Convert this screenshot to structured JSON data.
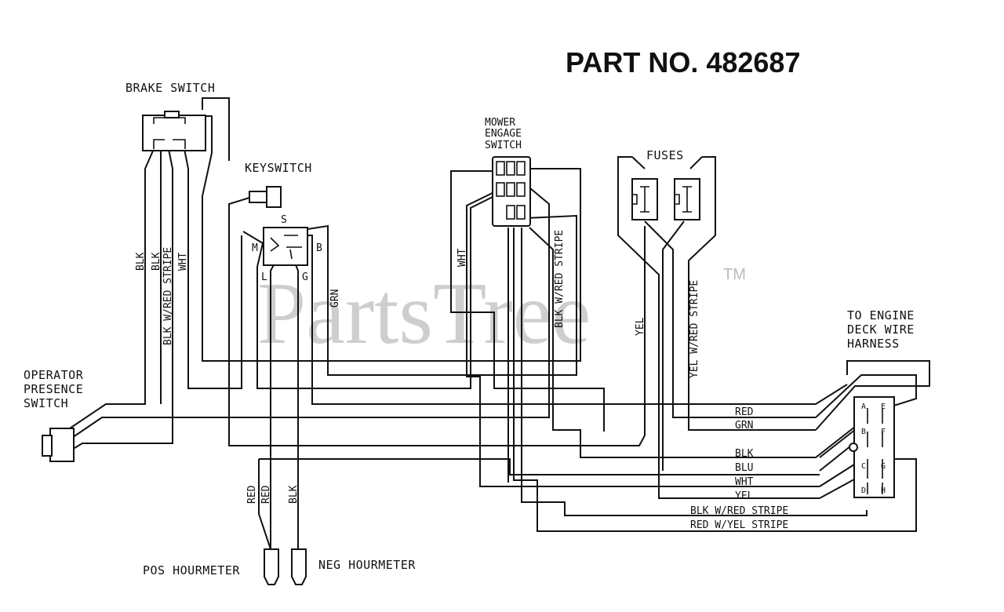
{
  "title": "PART NO. 482687",
  "watermark": {
    "text": "PartsTree",
    "trademark": "TM"
  },
  "components": {
    "brake_switch": "BRAKE SWITCH",
    "keyswitch": "KEYSWITCH",
    "keyswitch_pins": {
      "s": "S",
      "m": "M",
      "b": "B",
      "l": "L",
      "g": "G"
    },
    "mower_engage_switch": [
      "MOWER",
      "ENGAGE",
      "SWITCH"
    ],
    "fuses": "FUSES",
    "operator_presence_switch": [
      "OPERATOR",
      "PRESENCE",
      "SWITCH"
    ],
    "engine_deck_harness": [
      "TO ENGINE",
      "DECK WIRE",
      "HARNESS"
    ],
    "harness_pins": [
      "A",
      "B",
      "C",
      "D",
      "E",
      "F",
      "G",
      "H"
    ],
    "pos_hourmeter": "POS HOURMETER",
    "neg_hourmeter": "NEG HOURMETER"
  },
  "wire_labels": {
    "vertical": {
      "blk_1": "BLK",
      "blk_2": "BLK",
      "blk_w_red_stripe_1": "BLK W/RED STRIPE",
      "wht_1": "WHT",
      "grn": "GRN",
      "wht_2": "WHT",
      "blk_w_red_stripe_2": "BLK W/RED STRIPE",
      "yel": "YEL",
      "yel_w_red_stripe": "YEL W/RED STRIPE",
      "red_1": "RED",
      "red_2": "RED",
      "blk_3": "BLK"
    },
    "horizontal": [
      "RED",
      "GRN",
      "BLK",
      "BLU",
      "WHT",
      "YEL",
      "BLK W/RED STRIPE",
      "RED W/YEL STRIPE"
    ]
  }
}
